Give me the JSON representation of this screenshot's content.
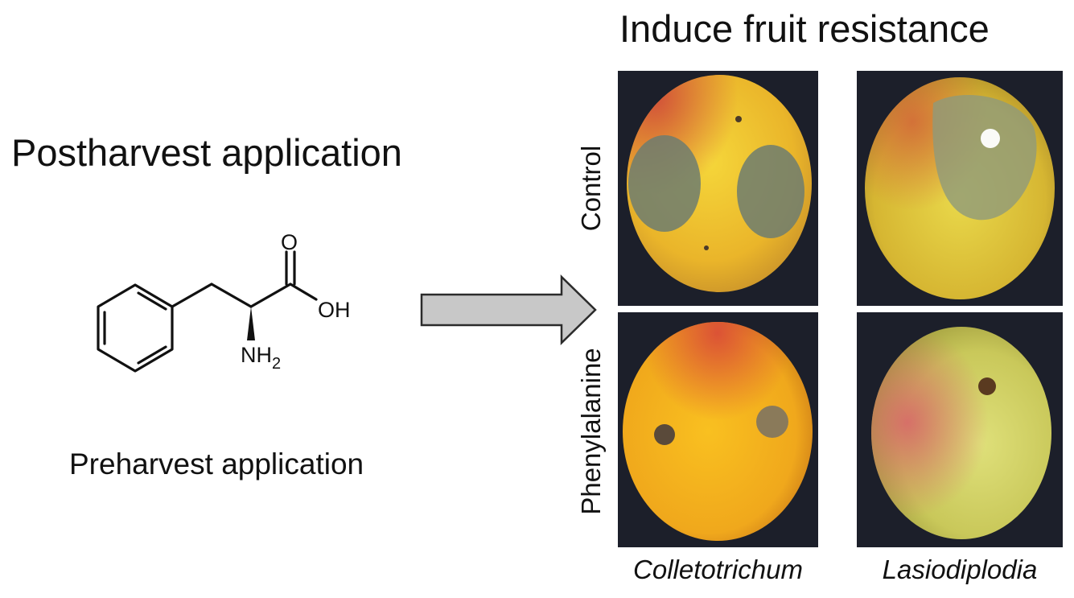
{
  "title": "Induce fruit resistance",
  "postharvest_label": "Postharvest application",
  "preharvest_label": "Preharvest application",
  "molecule": {
    "name": "phenylalanine-structure",
    "labels": {
      "oxygen": "O",
      "hydroxyl": "OH",
      "amine": "NH",
      "amine_subscript": "2"
    }
  },
  "rows": [
    {
      "label": "Control"
    },
    {
      "label": "Phenylalanine"
    }
  ],
  "columns": [
    {
      "label": "Colletotrichum"
    },
    {
      "label": "Lasiodiplodia"
    }
  ],
  "colors": {
    "arrow_fill": "#c8c8c8",
    "arrow_stroke": "#2b2b2b",
    "panel_background": "#1c1f2a",
    "fruit_yellow": "#f2c21c",
    "fruit_red": "#d8433a",
    "lesion": "#6d7c70"
  }
}
